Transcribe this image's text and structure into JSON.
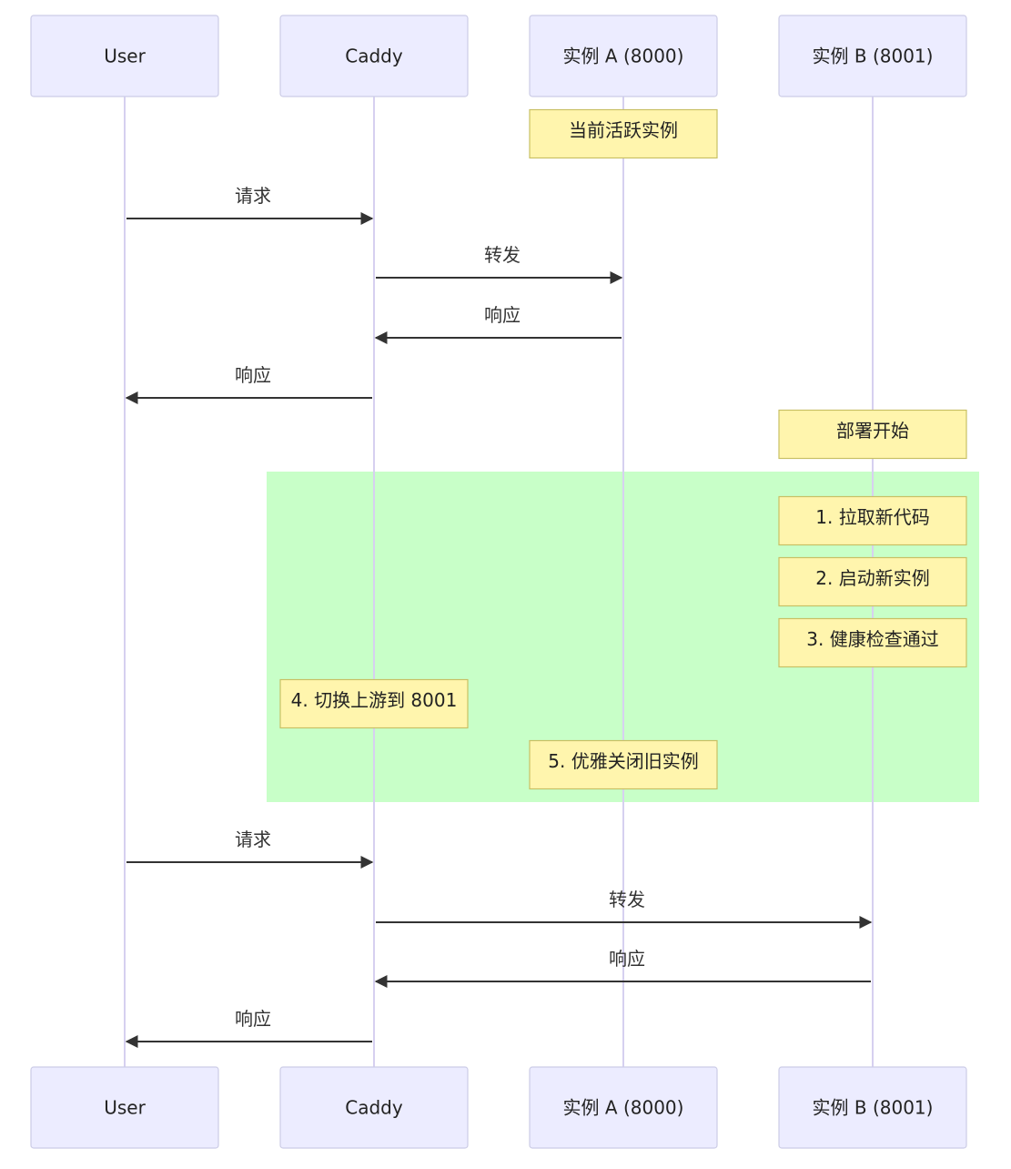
{
  "diagram": {
    "type": "sequence",
    "colors": {
      "actor_fill": "#ececff",
      "actor_stroke": "#cccce6",
      "lifeline": "#d6d0f0",
      "note_fill": "#fff5ad",
      "note_stroke": "#c8c064",
      "highlight_region": "#c8ffc8",
      "message": "#333333"
    },
    "participants": [
      {
        "id": "user",
        "label": "User"
      },
      {
        "id": "caddy",
        "label": "Caddy"
      },
      {
        "id": "a",
        "label": "实例 A (8000)"
      },
      {
        "id": "b",
        "label": "实例 B (8001)"
      }
    ],
    "steps": [
      {
        "kind": "note",
        "over": "a",
        "text": "当前活跃实例"
      },
      {
        "kind": "message",
        "from": "user",
        "to": "caddy",
        "text": "请求"
      },
      {
        "kind": "message",
        "from": "caddy",
        "to": "a",
        "text": "转发"
      },
      {
        "kind": "message",
        "from": "a",
        "to": "caddy",
        "text": "响应"
      },
      {
        "kind": "message",
        "from": "caddy",
        "to": "user",
        "text": "响应"
      },
      {
        "kind": "note",
        "over": "b",
        "text": "部署开始"
      },
      {
        "kind": "note",
        "over": "b",
        "text": "1. 拉取新代码",
        "region": true
      },
      {
        "kind": "note",
        "over": "b",
        "text": "2. 启动新实例",
        "region": true
      },
      {
        "kind": "note",
        "over": "b",
        "text": "3. 健康检查通过",
        "region": true
      },
      {
        "kind": "note",
        "over": "caddy",
        "text": "4. 切换上游到 8001",
        "region": true
      },
      {
        "kind": "note",
        "over": "a",
        "text": "5. 优雅关闭旧实例",
        "region": true
      },
      {
        "kind": "message",
        "from": "user",
        "to": "caddy",
        "text": "请求"
      },
      {
        "kind": "message",
        "from": "caddy",
        "to": "b",
        "text": "转发"
      },
      {
        "kind": "message",
        "from": "b",
        "to": "caddy",
        "text": "响应"
      },
      {
        "kind": "message",
        "from": "caddy",
        "to": "user",
        "text": "响应"
      }
    ]
  }
}
